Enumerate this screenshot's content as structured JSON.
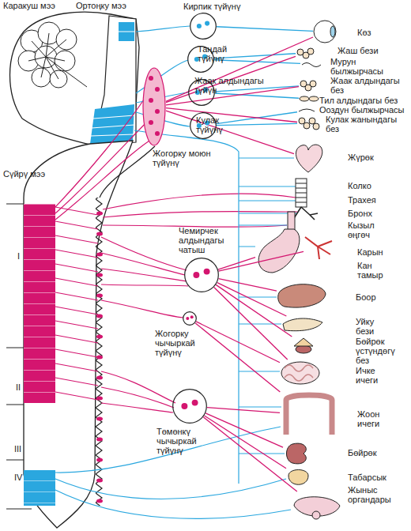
{
  "diagram": {
    "nodes": [
      {
        "text": [
          "Кирпик түйүнү"
        ]
      },
      {
        "text": [
          "Көз"
        ]
      },
      {
        "text": [
          "Таңдай түйүнү"
        ]
      },
      {
        "text": [
          "Жаш бези"
        ]
      },
      {
        "text": [
          "Мурун былжырчасы"
        ]
      },
      {
        "text": [
          "Жаак алдындагы түйүн"
        ]
      },
      {
        "text": [
          "Жаак алдындагы без"
        ]
      },
      {
        "text": [
          "Тил алдындагы без"
        ]
      },
      {
        "text": [
          "Ооздун былжырчасы"
        ]
      },
      {
        "text": [
          "Кулак түйүнү"
        ]
      },
      {
        "text": [
          "Кулак жанындагы без"
        ]
      },
      {
        "text": [
          "Жогорку моюн түйүнү"
        ]
      },
      {
        "text": [
          "Жүрөк"
        ]
      },
      {
        "text": [
          "Колко"
        ]
      },
      {
        "text": [
          "Трахея"
        ]
      },
      {
        "text": [
          "Бронх"
        ]
      },
      {
        "text": [
          "Кызыл өңгөч"
        ]
      },
      {
        "text": [
          "Чемирчек алдындагы чатыш"
        ]
      },
      {
        "text": [
          "Карын"
        ]
      },
      {
        "text": [
          "Кан тамыр"
        ]
      },
      {
        "text": [
          "Боор"
        ]
      },
      {
        "text": [
          "Жогорку чычыркай түйүнү"
        ]
      },
      {
        "text": [
          "Уйку бези"
        ]
      },
      {
        "text": [
          "Бөйрөк үстүндөгү без"
        ]
      },
      {
        "text": [
          "Ичке ичеги"
        ]
      },
      {
        "text": [
          "Төмөнкү чычыркай түйүнү"
        ]
      },
      {
        "text": [
          "Жоон ичеги"
        ]
      },
      {
        "text": [
          "Бөйрөк"
        ]
      },
      {
        "text": [
          "Табарсык"
        ]
      },
      {
        "text": [
          "Жыныс органдары"
        ]
      }
    ],
    "edges": [
      {
        "from": 0,
        "to": 1,
        "arrow": "none"
      },
      {
        "from": 2,
        "to": 3,
        "arrow": "none"
      },
      {
        "from": 2,
        "to": 4,
        "arrow": "none"
      },
      {
        "from": 5,
        "to": 6,
        "arrow": "none"
      },
      {
        "from": 5,
        "to": 7,
        "arrow": "none"
      },
      {
        "from": 9,
        "to": 8,
        "arrow": "none"
      },
      {
        "from": 9,
        "to": 10,
        "arrow": "none"
      },
      {
        "from": 11,
        "to": 1,
        "arrow": "none"
      },
      {
        "from": 11,
        "to": 3,
        "arrow": "none"
      },
      {
        "from": 11,
        "to": 6,
        "arrow": "none"
      },
      {
        "from": 11,
        "to": 10,
        "arrow": "none"
      },
      {
        "from": 11,
        "to": 12,
        "arrow": "none"
      },
      {
        "from": 17,
        "to": 18,
        "arrow": "none"
      },
      {
        "from": 17,
        "to": 19,
        "arrow": "none"
      },
      {
        "from": 17,
        "to": 20,
        "arrow": "none"
      },
      {
        "from": 17,
        "to": 22,
        "arrow": "none"
      },
      {
        "from": 17,
        "to": 23,
        "arrow": "none"
      },
      {
        "from": 17,
        "to": 24,
        "arrow": "none"
      },
      {
        "from": 21,
        "to": 24,
        "arrow": "none"
      },
      {
        "from": 21,
        "to": 26,
        "arrow": "none"
      },
      {
        "from": 25,
        "to": 26,
        "arrow": "none"
      },
      {
        "from": 25,
        "to": 27,
        "arrow": "none"
      },
      {
        "from": 25,
        "to": 28,
        "arrow": "none"
      },
      {
        "from": 25,
        "to": 29,
        "arrow": "none"
      }
    ],
    "labels": [
      "Каракуш мээ",
      "Ортоңку мээ",
      "Сүйрү мээ",
      "I",
      "II",
      "III",
      "IV"
    ]
  }
}
